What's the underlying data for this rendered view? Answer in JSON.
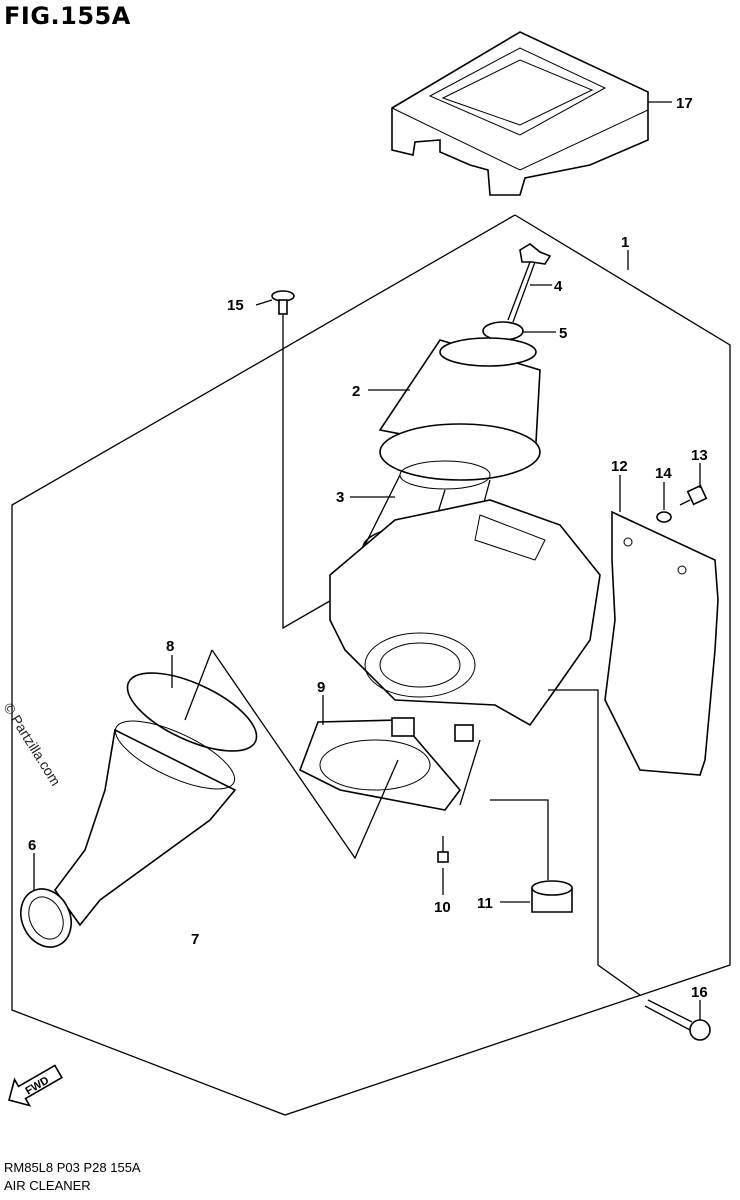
{
  "figure": {
    "title": "FIG.155A",
    "code": "RM85L8  P03  P28  155A",
    "name": "AIR CLEANER",
    "watermark": "© Partzilla.com",
    "fwd_label": "FWD"
  },
  "callouts": [
    "1",
    "2",
    "3",
    "4",
    "5",
    "6",
    "7",
    "8",
    "9",
    "10",
    "11",
    "12",
    "13",
    "14",
    "15",
    "16",
    "17"
  ]
}
